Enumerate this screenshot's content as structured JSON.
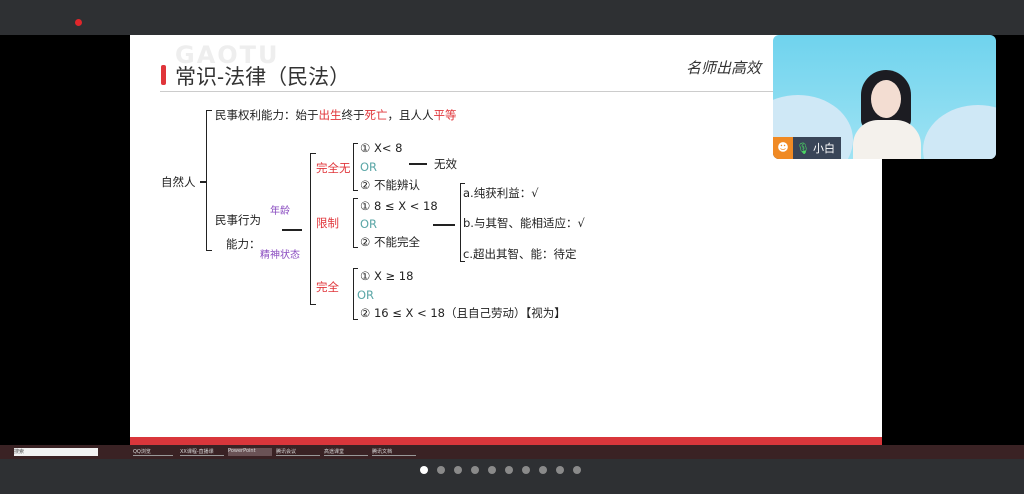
{
  "slide": {
    "watermark": "GAOTU",
    "title": "常识-法律（民法）",
    "slogan": "名师出高效",
    "root": "自然人",
    "rights": [
      "民事权利能力：始于",
      "出生",
      "终于",
      "死亡",
      "，且人人",
      "平等"
    ],
    "capacity_label_1": "民事行为",
    "capacity_label_2": "能力：",
    "factor_age": "年龄",
    "factor_mental": "精神状态",
    "none": {
      "label": "完全无",
      "c1": "① X< 8",
      "or": "OR",
      "c2": "② 不能辨认",
      "result": "无效"
    },
    "limited": {
      "label": "限制",
      "c1": "① 8 ≤ X < 18",
      "or": "OR",
      "c2": "② 不能完全",
      "results": [
        "a.纯获利益：√",
        "b.与其智、能相适应：√",
        "c.超出其智、能：待定"
      ]
    },
    "full": {
      "label": "完全",
      "c1": "① X ≥ 18",
      "or": "OR",
      "c2": "② 16 ≤ X < 18（且自己劳动）【视为】"
    }
  },
  "video": {
    "name": "小白"
  },
  "taskbar": {
    "search": "搜索",
    "apps": [
      "QQ浏览",
      "XX课程-直播课",
      "PowerPoint",
      "腾讯会议",
      "高途课堂",
      "腾讯文档"
    ]
  },
  "pager": {
    "count": 10,
    "current": 1
  },
  "colors": {
    "accent": "#e0353a",
    "or": "#5aa6a6",
    "purple": "#8a4cc0"
  }
}
